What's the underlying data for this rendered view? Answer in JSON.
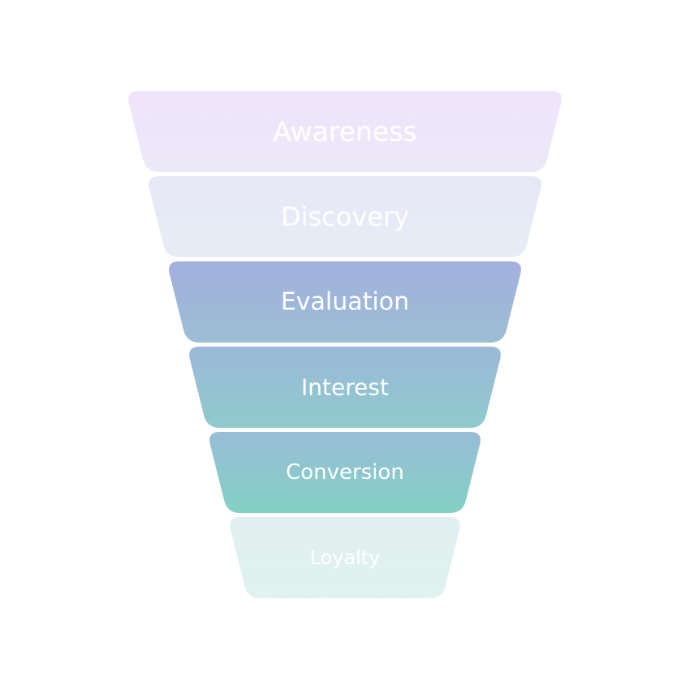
{
  "funnel": {
    "stages": [
      {
        "label": "Awareness",
        "color_top": "#EEE4FB",
        "color_bottom": "#ECE9F8"
      },
      {
        "label": "Discovery",
        "color_top": "#E7E8F6",
        "color_bottom": "#E6EDF6"
      },
      {
        "label": "Evaluation",
        "color_top": "#A2B0DE",
        "color_bottom": "#9BBED4"
      },
      {
        "label": "Interest",
        "color_top": "#9BB8D8",
        "color_bottom": "#8FCBCC"
      },
      {
        "label": "Conversion",
        "color_top": "#98BDD7",
        "color_bottom": "#83D1C4"
      },
      {
        "label": "Loyalty",
        "color_top": "#E3EFF1",
        "color_bottom": "#DFF3EF"
      }
    ]
  }
}
